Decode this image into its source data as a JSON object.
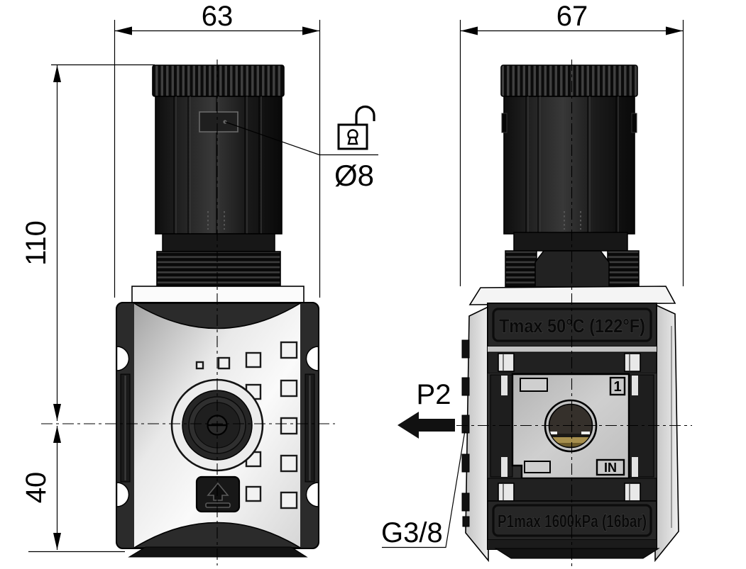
{
  "drawing": {
    "front_view": {
      "width_dim": "63",
      "height_dim": "110",
      "lower_height_dim": "40",
      "knob_dia": "Ø8",
      "lock_icon": "unlock-icon"
    },
    "side_view": {
      "width_dim": "67",
      "outlet_label": "P2",
      "thread_label": "G3/8",
      "tmax_label": "Tmax 50°C (122°F)",
      "pmax_label": "P1max 1600kPa (16bar)",
      "port_num_label": "1",
      "port_in_label": "IN"
    },
    "colors": {
      "line": "#000000",
      "dark_body": "#1c1c1c",
      "frame": "#2b2b2b",
      "panel_light": "#ededed",
      "brass": "#a8904e",
      "background": "#ffffff"
    }
  }
}
